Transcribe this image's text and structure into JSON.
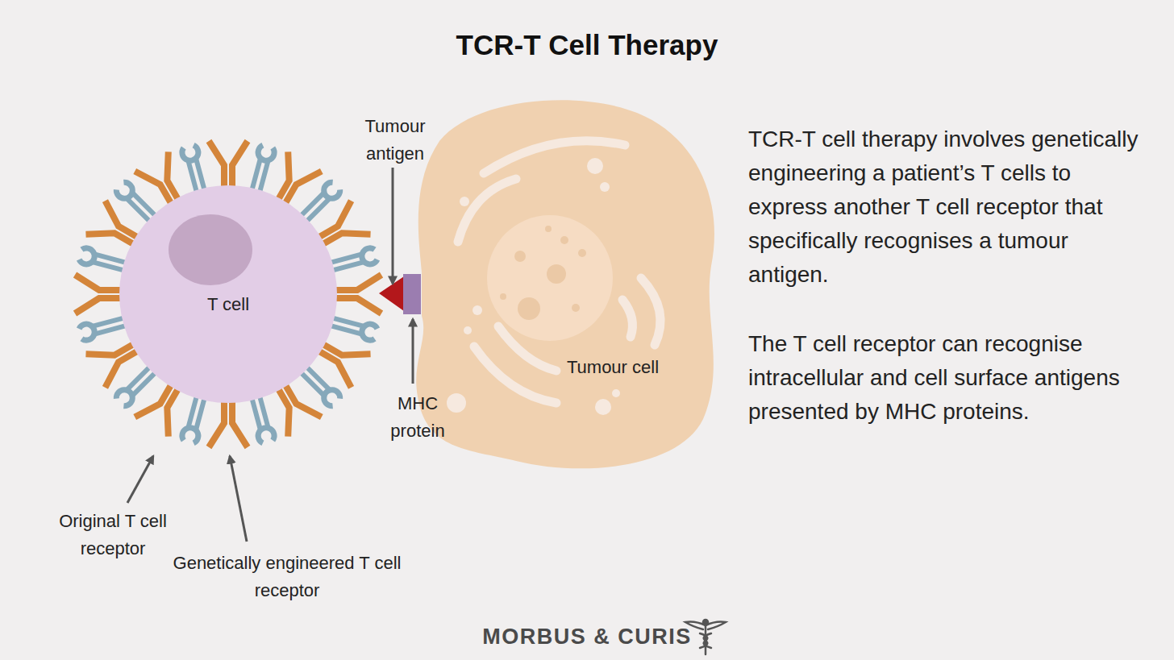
{
  "diagram": {
    "title": "TCR-T Cell Therapy",
    "nodes": [
      {
        "text": [
          "T cell"
        ]
      },
      {
        "text": [
          "Tumour cell"
        ]
      }
    ],
    "labels": [
      "Tumour antigen",
      "MHC protein",
      "Original T cell receptor",
      "Genetically engineered T cell receptor",
      "TCR-T cell therapy involves genetically engineering a patient’s T cells to express another T cell receptor that specifically recognises a tumour antigen.",
      "The T cell receptor can recognise intracellular and cell surface antigens presented by MHC proteins.",
      "MORBUS & CURIS"
    ]
  }
}
